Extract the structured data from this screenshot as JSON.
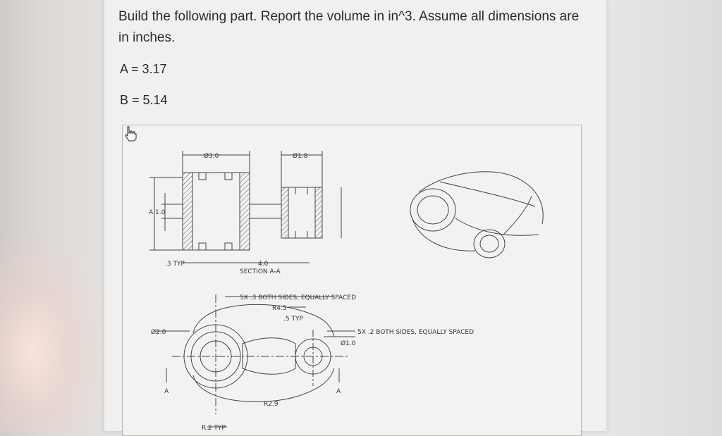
{
  "question": {
    "text": "Build the following part. Report the volume in in^3. Assume all dimensions are in inches.",
    "param_a": "A = 3.17",
    "param_b": "B = 5.14"
  },
  "drawing": {
    "dim_dia_3": "Ø3.0",
    "dim_dia_1_8": "Ø1.8",
    "label_a_1_0": "A 1.0",
    "label_3_typ": ".3 TYP",
    "dim_4_0": "4.0",
    "section_label": "SECTION A-A",
    "note_5x_3": "5X .3 BOTH SIDES, EQUALLY SPACED",
    "dim_r4_5": "R4.5",
    "dim_5_typ": ".5 TYP",
    "dim_dia_2_0": "Ø2.0",
    "note_5x_2": "5X .2 BOTH SIDES, EQUALLY SPACED",
    "dim_dia_1_0": "Ø1.0",
    "section_mark_left": "A",
    "section_mark_right": "A",
    "dim_r2_9": "R2.9",
    "dim_r2_typ": "R.2 TYP"
  }
}
